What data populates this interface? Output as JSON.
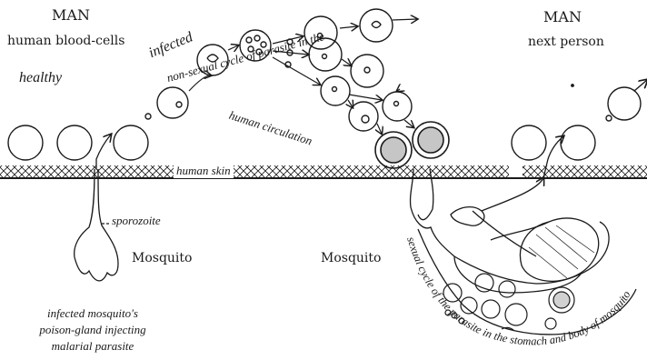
{
  "labels": {
    "man_left": "MAN",
    "human_blood_cells": "human blood-cells",
    "healthy": "healthy",
    "infected": "infected",
    "man_right": "MAN",
    "next_person": "next person",
    "human_skin": "human skin",
    "sporozoite": "sporozoite",
    "mosquito_left": "Mosquito",
    "mosquito_right": "Mosquito",
    "injection_caption": [
      "infected mosquito's",
      "poison-gland injecting",
      "malarial parasite"
    ],
    "non_sexual_cycle": [
      "non-sexual cycle of parasite in the",
      "human circulation"
    ],
    "sexual_cycle": "sexual cycle of the parasite in the stomach and body of mosquito"
  },
  "colors": {
    "ink": "#1a1a1a",
    "paper": "#ffffff"
  }
}
